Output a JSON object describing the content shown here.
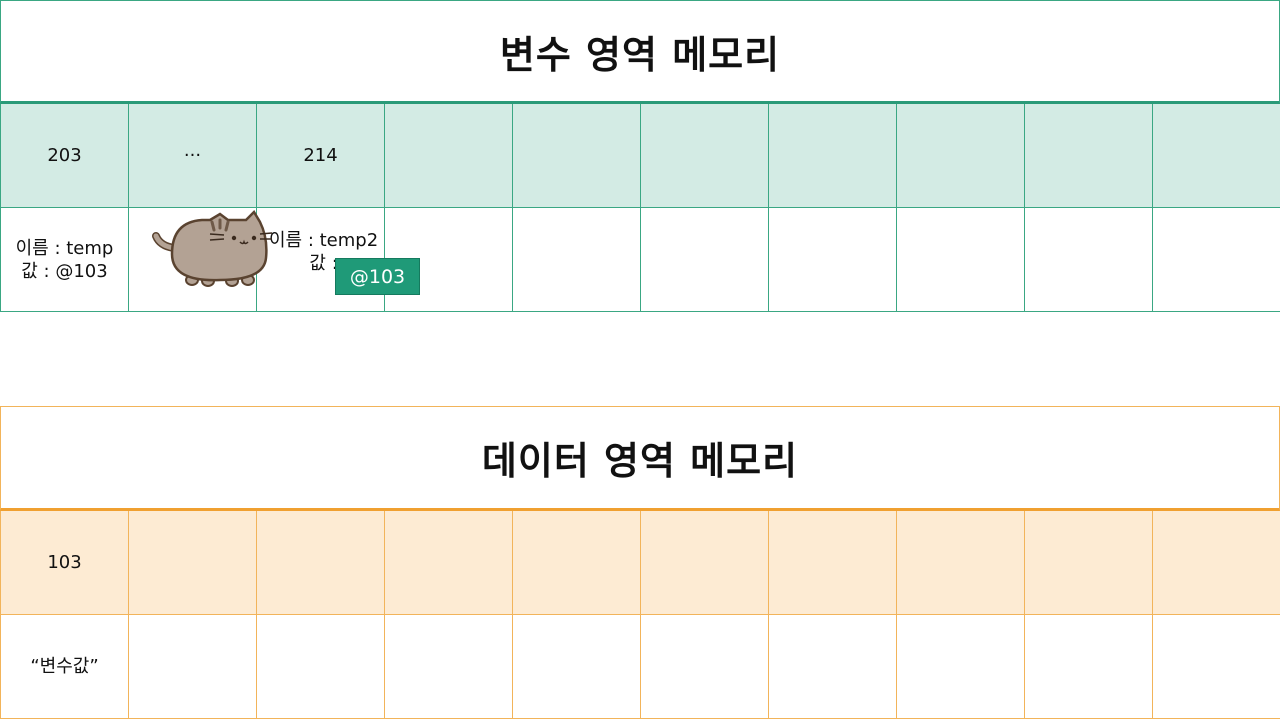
{
  "variable_memory": {
    "title": "변수 영역 메모리",
    "header_cells": [
      "203",
      "···",
      "214",
      "",
      "",
      "",
      "",
      "",
      "",
      ""
    ],
    "body_cells": [
      "이름 : temp\n값 : @103",
      "",
      "이름 : temp2\n값 :",
      "",
      "",
      "",
      "",
      "",
      "",
      ""
    ],
    "pointer_tag": "@103",
    "colors": {
      "border": "#3aa783",
      "header_fill": "#d3ebe4",
      "tag_fill": "#1f9a78"
    }
  },
  "data_memory": {
    "title": "데이터 영역 메모리",
    "header_cells": [
      "103",
      "",
      "",
      "",
      "",
      "",
      "",
      "",
      "",
      ""
    ],
    "body_cells": [
      "“변수값”",
      "",
      "",
      "",
      "",
      "",
      "",
      "",
      "",
      ""
    ],
    "colors": {
      "border": "#f2b45a",
      "header_fill": "#fdebd3"
    }
  },
  "decoration": {
    "icon": "pusheen-cat-icon"
  }
}
